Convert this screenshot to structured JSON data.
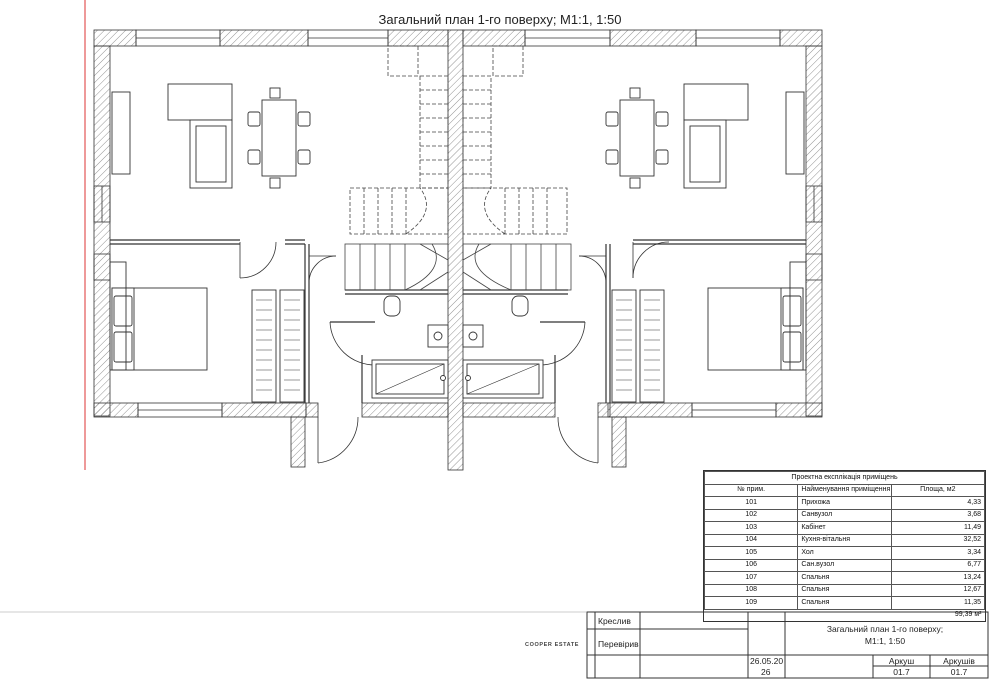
{
  "drawing": {
    "title": "Загальний план 1-го поверху; М1:1, 1:50"
  },
  "explication": {
    "caption": "Проектна експлікація приміщень",
    "headers": [
      "№ прим.",
      "Найменування приміщення",
      "Площа, м2"
    ],
    "rows": [
      {
        "no": "101",
        "name": "Прихожа",
        "area": "4,33"
      },
      {
        "no": "102",
        "name": "Санвузол",
        "area": "3,68"
      },
      {
        "no": "103",
        "name": "Кабінет",
        "area": "11,49"
      },
      {
        "no": "104",
        "name": "Кухня-вітальня",
        "area": "32,52"
      },
      {
        "no": "105",
        "name": "Хол",
        "area": "3,34"
      },
      {
        "no": "106",
        "name": "Сан.вузол",
        "area": "6,77"
      },
      {
        "no": "107",
        "name": "Спальня",
        "area": "13,24"
      },
      {
        "no": "108",
        "name": "Спальня",
        "area": "12,67"
      },
      {
        "no": "109",
        "name": "Спальня",
        "area": "11,35"
      }
    ],
    "total": "99,39 м²"
  },
  "title_block": {
    "logo": "COOPER ESTATE",
    "drawn_label": "Креслив",
    "checked_label": "Перевірив",
    "date": "26.05.20",
    "date_cont": "26",
    "sheet_title_1": "Загальний план 1-го поверху;",
    "sheet_title_2": "М1:1, 1:50",
    "sheet_label": "Аркуш",
    "sheet_value": "01.7",
    "sheets_label": "Аркушів",
    "sheets_value": "01.7"
  }
}
